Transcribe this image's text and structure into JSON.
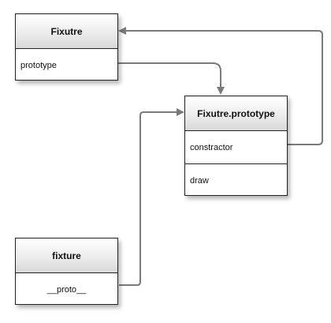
{
  "diagram": {
    "nodes": {
      "fixutre": {
        "title": "Fixutre",
        "fields": [
          "prototype"
        ]
      },
      "fixutre_prototype": {
        "title": "Fixutre.prototype",
        "fields": [
          "constractor",
          "draw"
        ]
      },
      "fixture": {
        "title": "fixture",
        "fields": [
          "__proto__"
        ]
      }
    },
    "edges": [
      {
        "from": "Fixutre.prototype",
        "to": "Fixutre.prototype"
      },
      {
        "from": "Fixutre.prototype.constractor",
        "to": "Fixutre"
      },
      {
        "from": "fixture.__proto__",
        "to": "Fixutre.prototype"
      }
    ],
    "colors": {
      "connector": "#7a7a7a",
      "border": "#222222",
      "header_top": "#ffffff",
      "header_bottom": "#d9d9d9"
    }
  }
}
